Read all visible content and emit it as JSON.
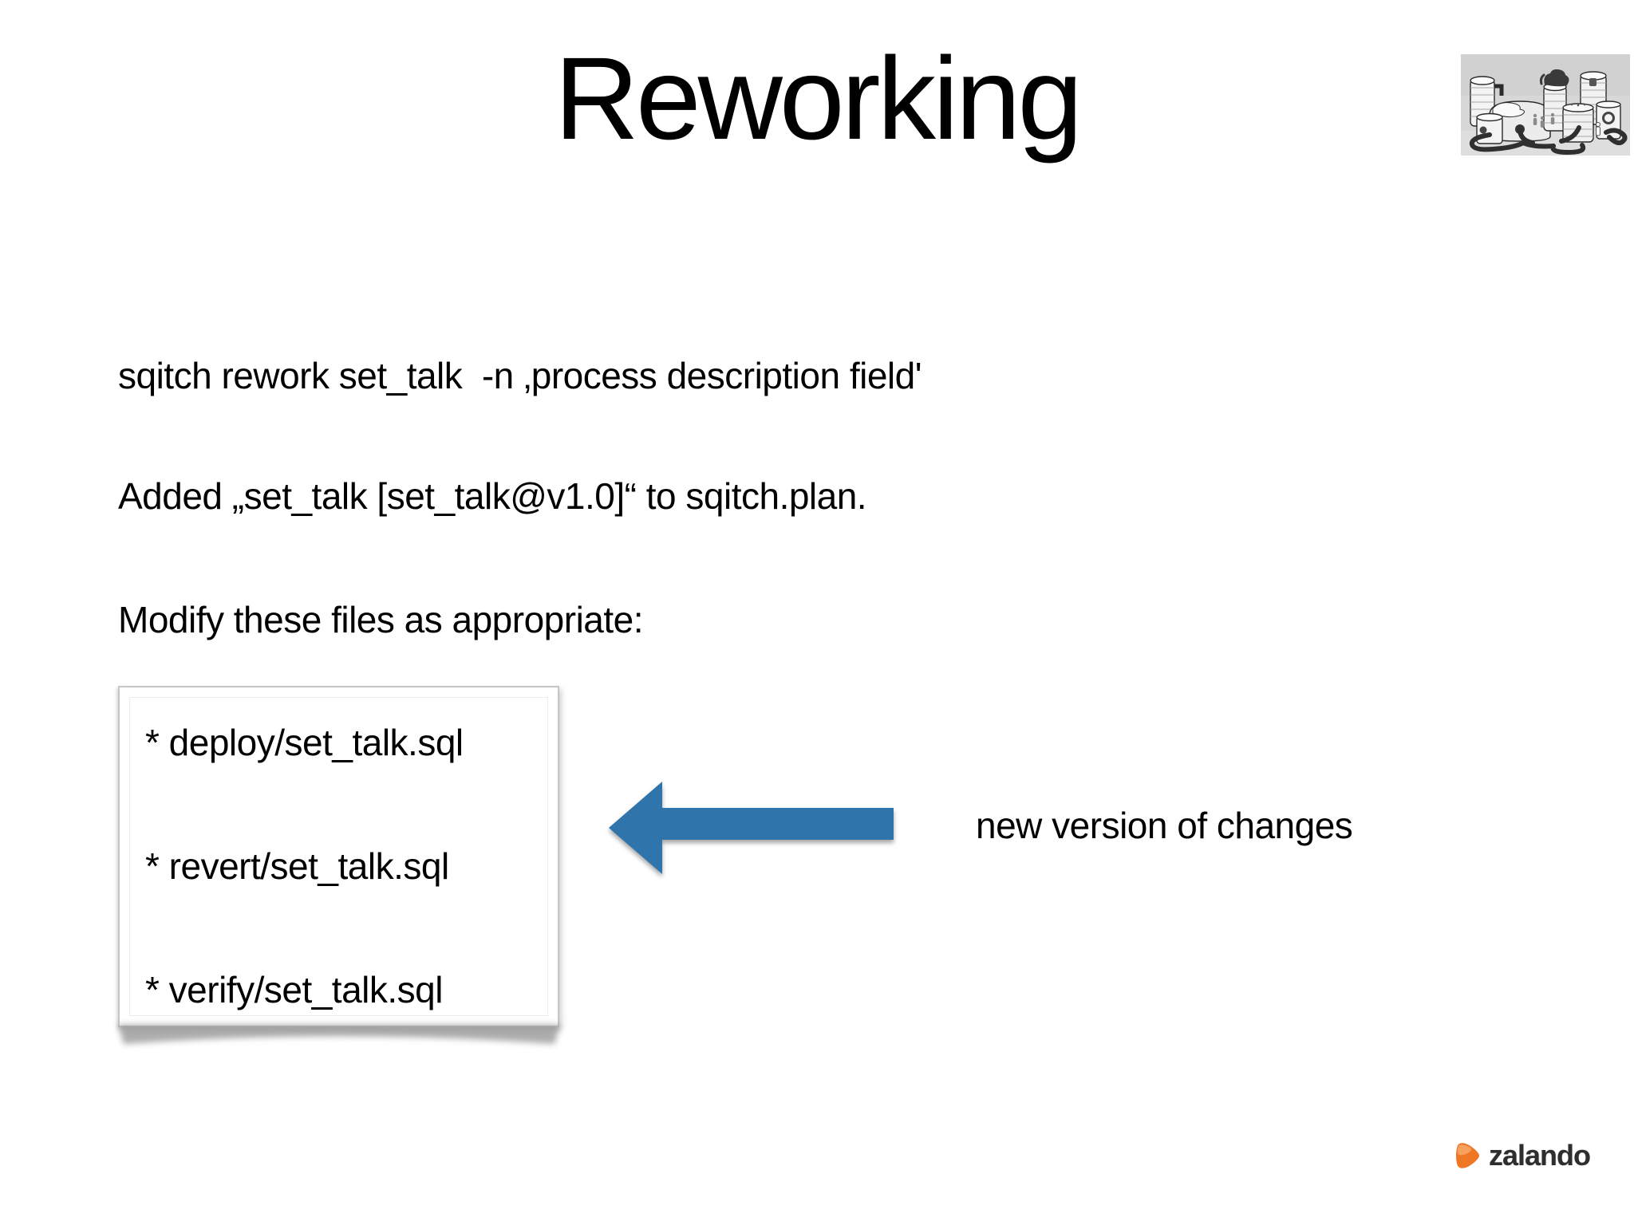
{
  "slide": {
    "title": "Reworking",
    "body_lines": [
      "sqitch rework set_talk  -n ‚process description field'",
      "Added „set_talk [set_talk@v1.0]“ to sqitch.plan.",
      "Modify these files as appropriate:"
    ],
    "file_box": {
      "items": [
        "* deploy/set_talk.sql",
        "* revert/set_talk.sql",
        "* verify/set_talk.sql"
      ]
    },
    "annotation": {
      "label": "new version of changes"
    },
    "logo": {
      "text": "zalando"
    },
    "colors": {
      "arrow_blue": "#2f75ab",
      "logo_orange": "#ef7622",
      "logo_orange_light": "#f9a869",
      "illustration_bg": "#d7d7d7",
      "shadow_gray": "#8d8d8d"
    },
    "icons": {
      "header_illustration": "database-towers-illustration",
      "arrow": "left-block-arrow-icon",
      "logo_mark": "zalando-play-icon"
    }
  }
}
